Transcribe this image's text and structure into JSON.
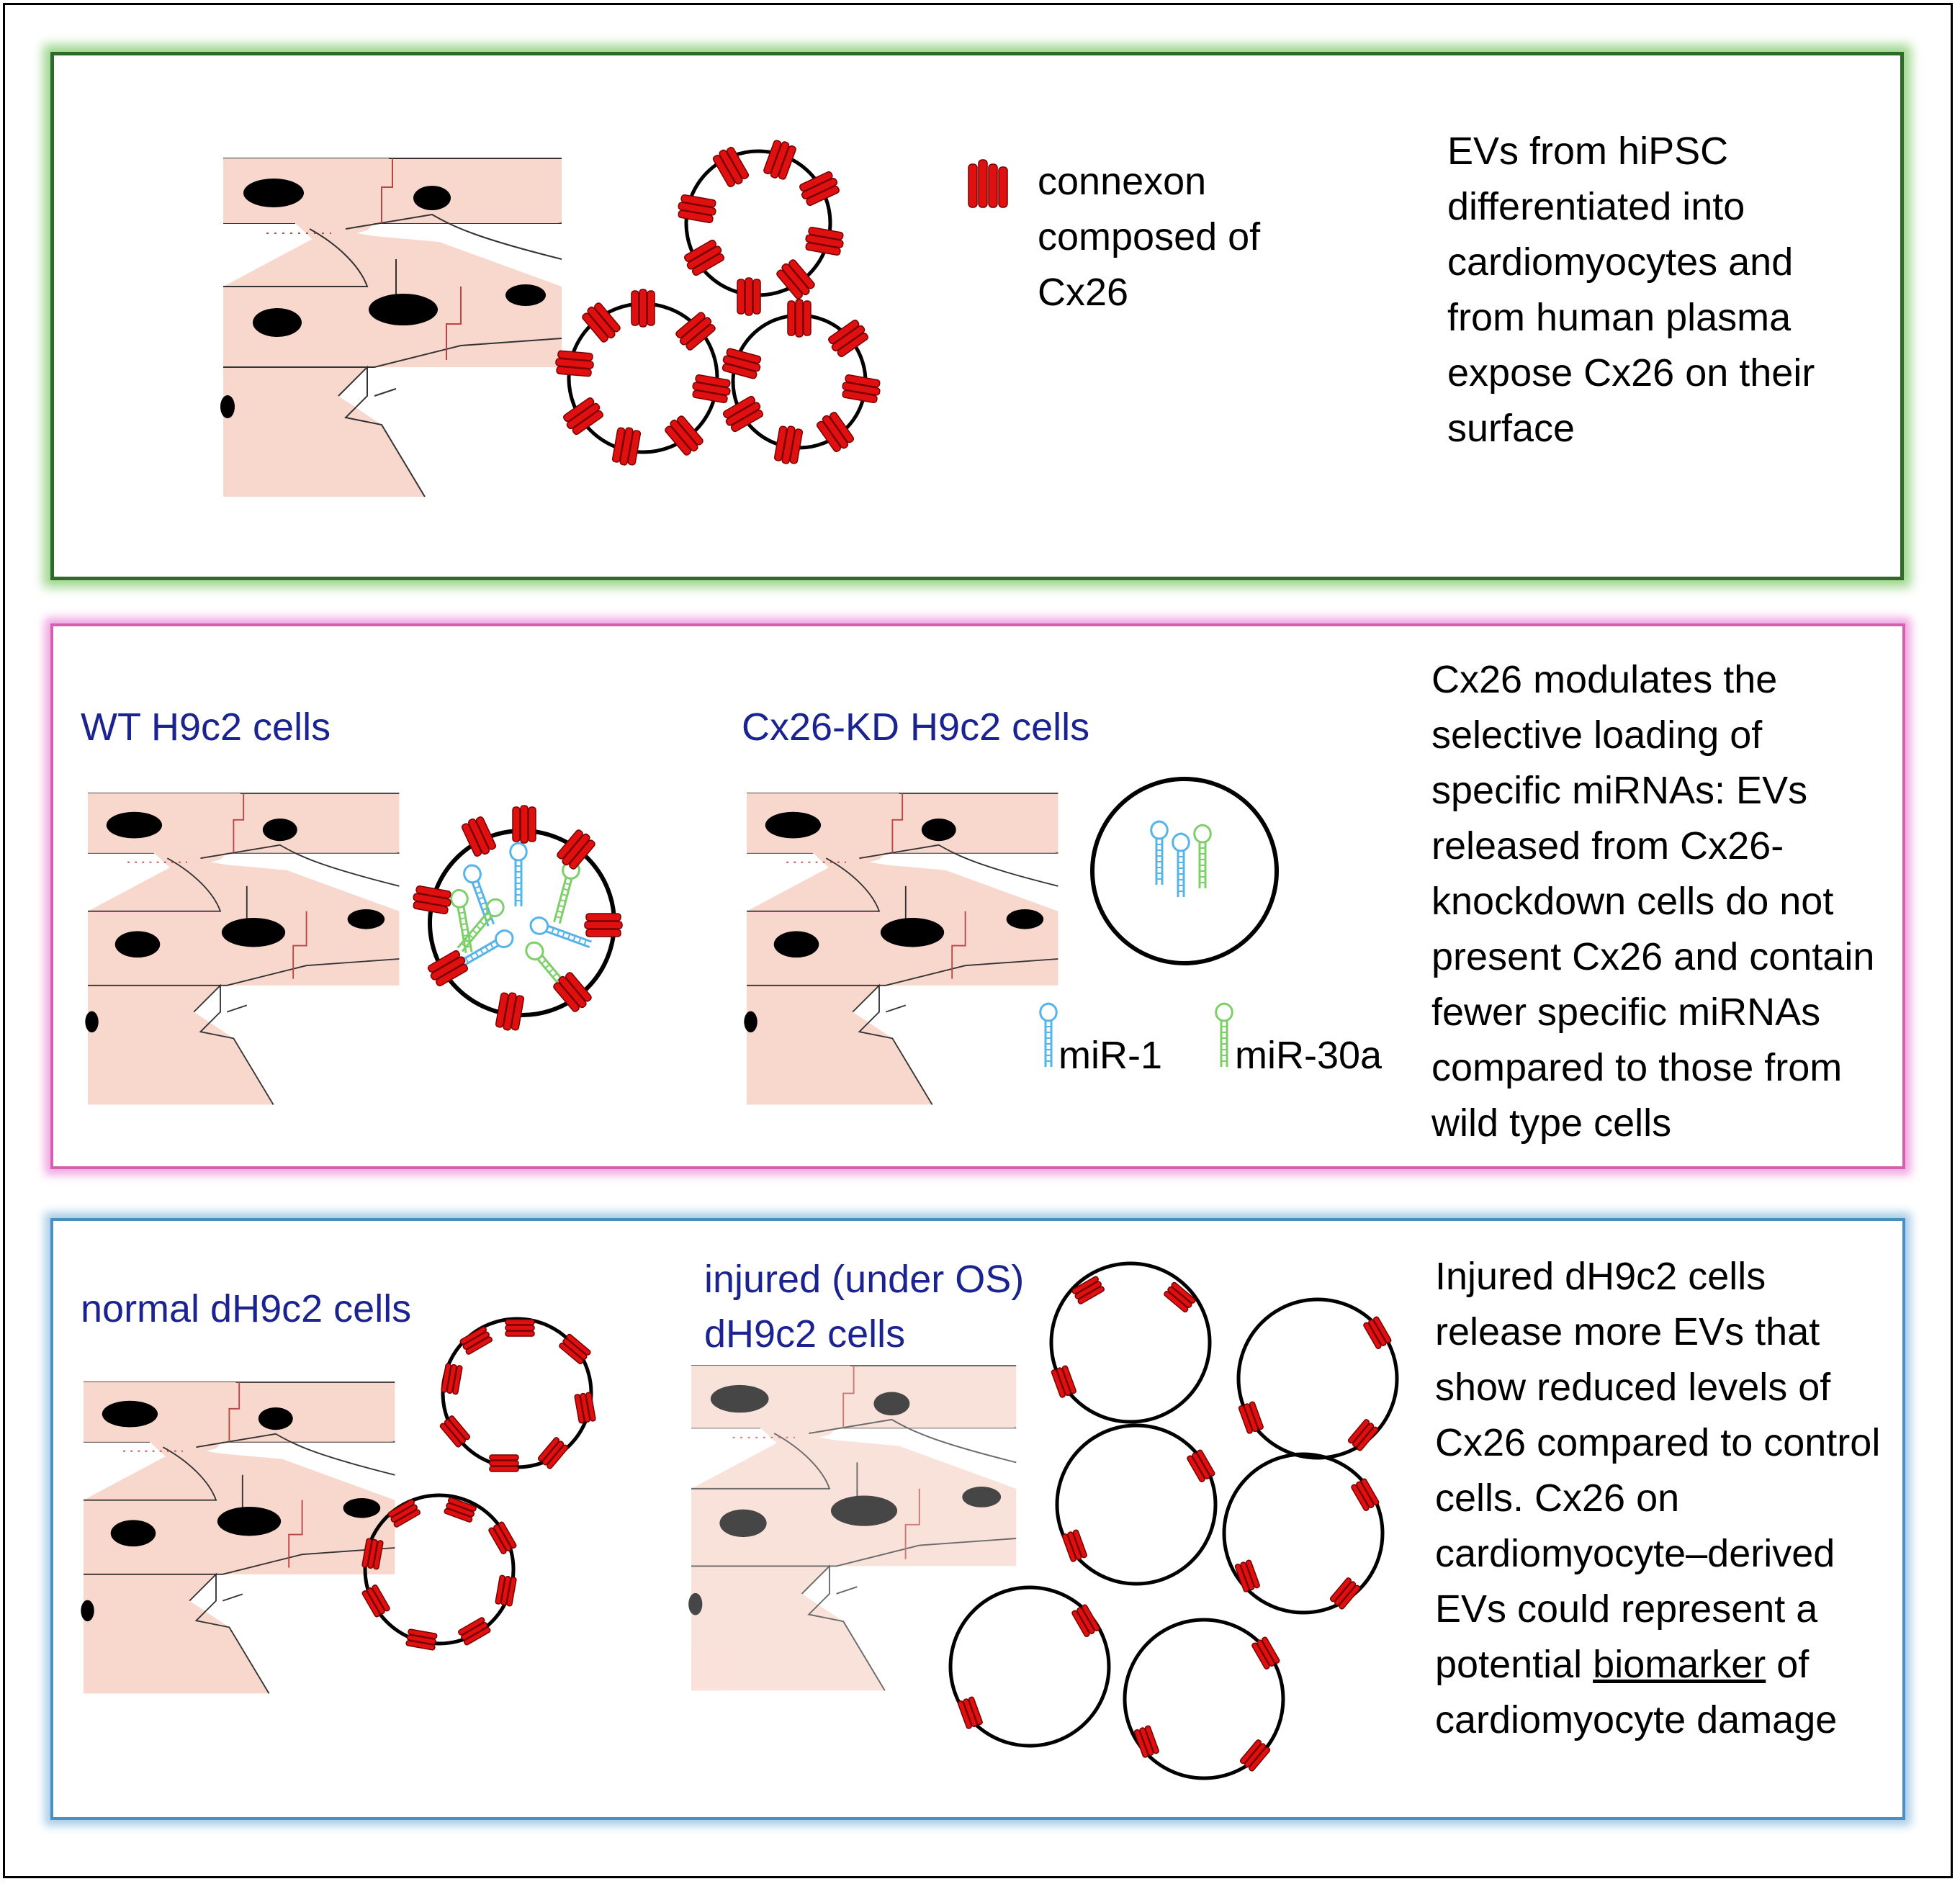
{
  "panel1": {
    "legend_text": "connexon\ncomposed of\nCx26",
    "description": "EVs from hiPSC\ndifferentiated into\ncardiomyocytes and\nfrom human plasma\nexpose Cx26 on their\nsurface"
  },
  "panel2": {
    "label_wt": "WT H9c2 cells",
    "label_kd": "Cx26-KD H9c2 cells",
    "legend_mir1": "miR-1",
    "legend_mir30a": "miR-30a",
    "description": "Cx26 modulates the\nselective loading of\nspecific miRNAs: EVs\nreleased from Cx26-\nknockdown cells do not\npresent Cx26 and contain\nfewer specific miRNAs\ncompared to those from\nwild type cells"
  },
  "panel3": {
    "label_normal": "normal dH9c2 cells",
    "label_injured": "injured (under OS)\ndH9c2 cells",
    "description_before": "Injured dH9c2 cells\nrelease more EVs that\nshow reduced levels of\nCx26 compared to control\ncells. Cx26 on\ncardiomyocyte–derived\nEVs could represent a\npotential ",
    "description_underlined": "biomarker",
    "description_after": " of\ncardiomyocyte damage"
  },
  "colors": {
    "green_border": "#2e6b2a",
    "pink_border": "#d660b0",
    "blue_border": "#4a8fc4",
    "cell_fill": "#f8d7cc",
    "connexon_red": "#e01010",
    "mir1_blue": "#56b4e9",
    "mir30a_green": "#7dcf6a",
    "label_navy": "#1a2390"
  }
}
